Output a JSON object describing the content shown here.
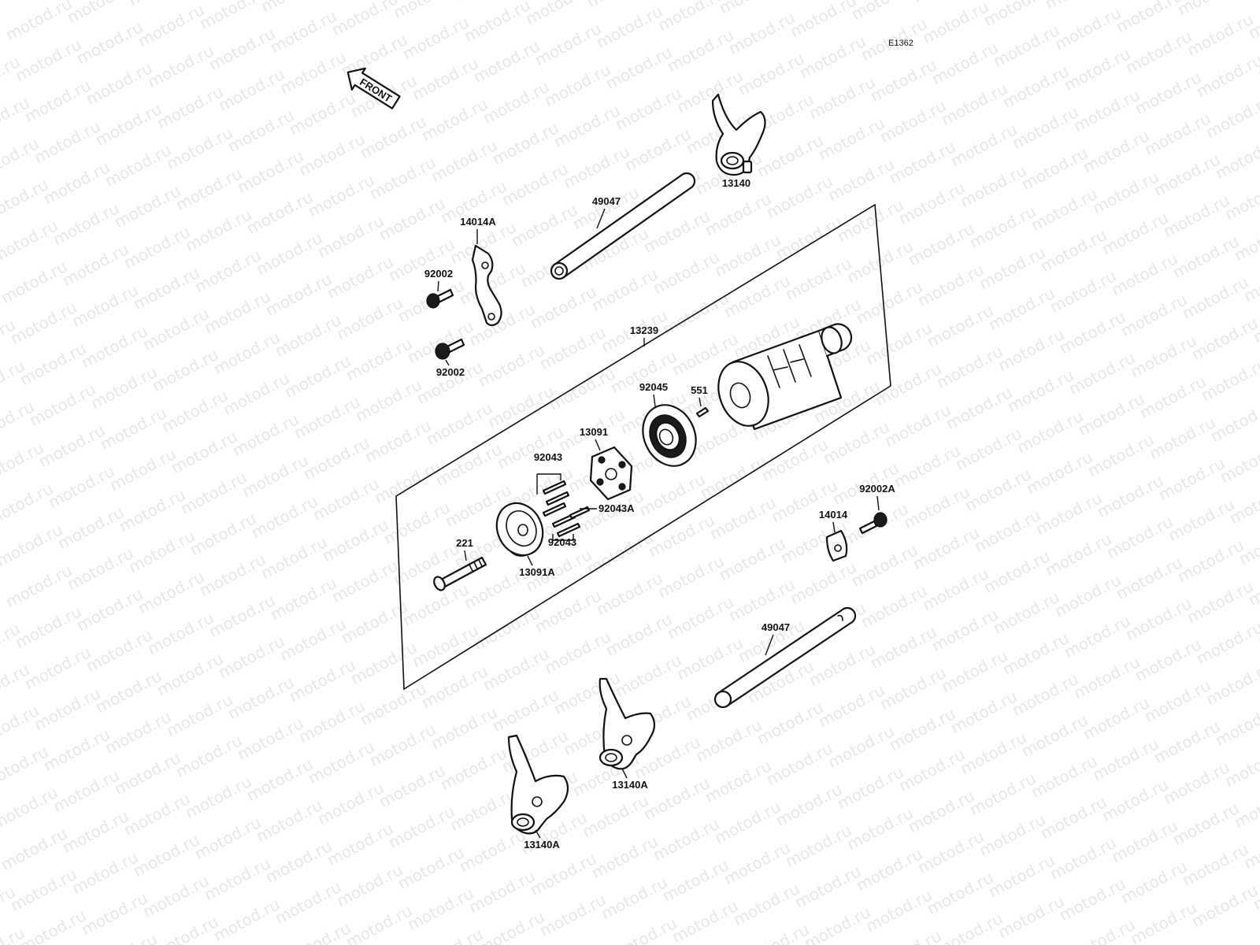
{
  "diagram": {
    "drawing_id": "E1362",
    "front_label": "FRONT",
    "watermark": "motod.ru",
    "part_labels": {
      "p13140": "13140",
      "p49047_top": "49047",
      "p14014A": "14014A",
      "p92002_a": "92002",
      "p92002_b": "92002",
      "p13239": "13239",
      "p92045": "92045",
      "p551": "551",
      "p13091": "13091",
      "p92043_a": "92043",
      "p92043A": "92043A",
      "p92043_b": "92043",
      "p221": "221",
      "p13091A": "13091A",
      "p92002A": "92002A",
      "p14014": "14014",
      "p49047_bottom": "49047",
      "p13140A_a": "13140A",
      "p13140A_b": "13140A"
    }
  }
}
